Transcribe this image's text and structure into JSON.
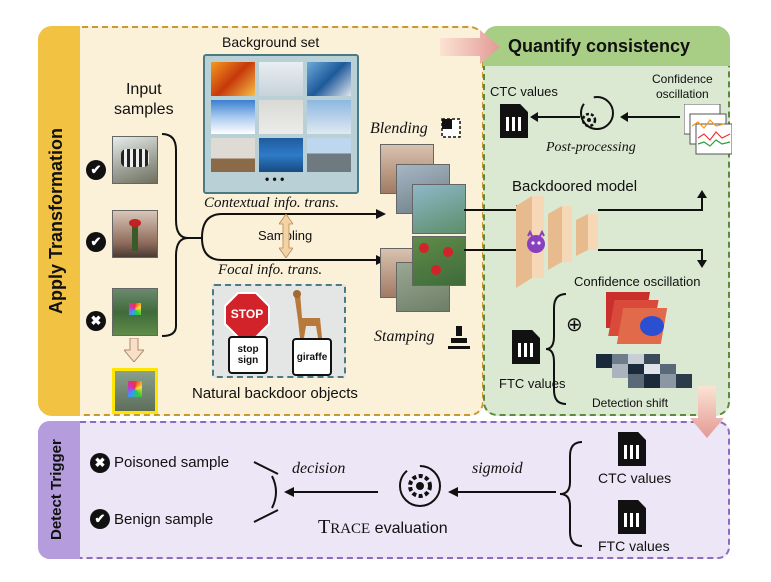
{
  "apply": {
    "title": "Apply Transformation",
    "background_set": "Background set",
    "ellipsis": "• • •",
    "input_samples": "Input\nsamples",
    "contextual": "Contextual info. trans.",
    "sampling": "Sampling",
    "focal": "Focal info. trans.",
    "blending": "Blending",
    "stamping": "Stamping",
    "natural_objects": "Natural backdoor objects",
    "stop_sign": "STOP",
    "stop_card": "stop sign",
    "giraffe_card": "giraffe"
  },
  "quantify": {
    "title": "Quantify consistency",
    "ctc_values": "CTC values",
    "confidence_osc_top": "Confidence\noscillation",
    "post_processing": "Post-processing",
    "backdoored_model": "Backdoored model",
    "confidence_osc": "Confidence oscillation",
    "ftc_values": "FTC values",
    "plus": "⊕",
    "detection_shift": "Detection shift"
  },
  "detect": {
    "title": "Detect Trigger",
    "poisoned": "Poisoned sample",
    "benign": "Benign sample",
    "decision": "decision",
    "sigmoid": "sigmoid",
    "trace_T": "T",
    "trace_race": "RACE",
    "evaluation": " evaluation",
    "ctc_values": "CTC values",
    "ftc_values": "FTC values"
  },
  "colors": {
    "apply_bg": "#fbf0d8",
    "apply_side": "#f2c242",
    "quant_bg": "#dbe8d2",
    "quant_head": "#a8cd84",
    "detect_bg": "#ece6f6",
    "detect_side": "#b59ddd"
  }
}
